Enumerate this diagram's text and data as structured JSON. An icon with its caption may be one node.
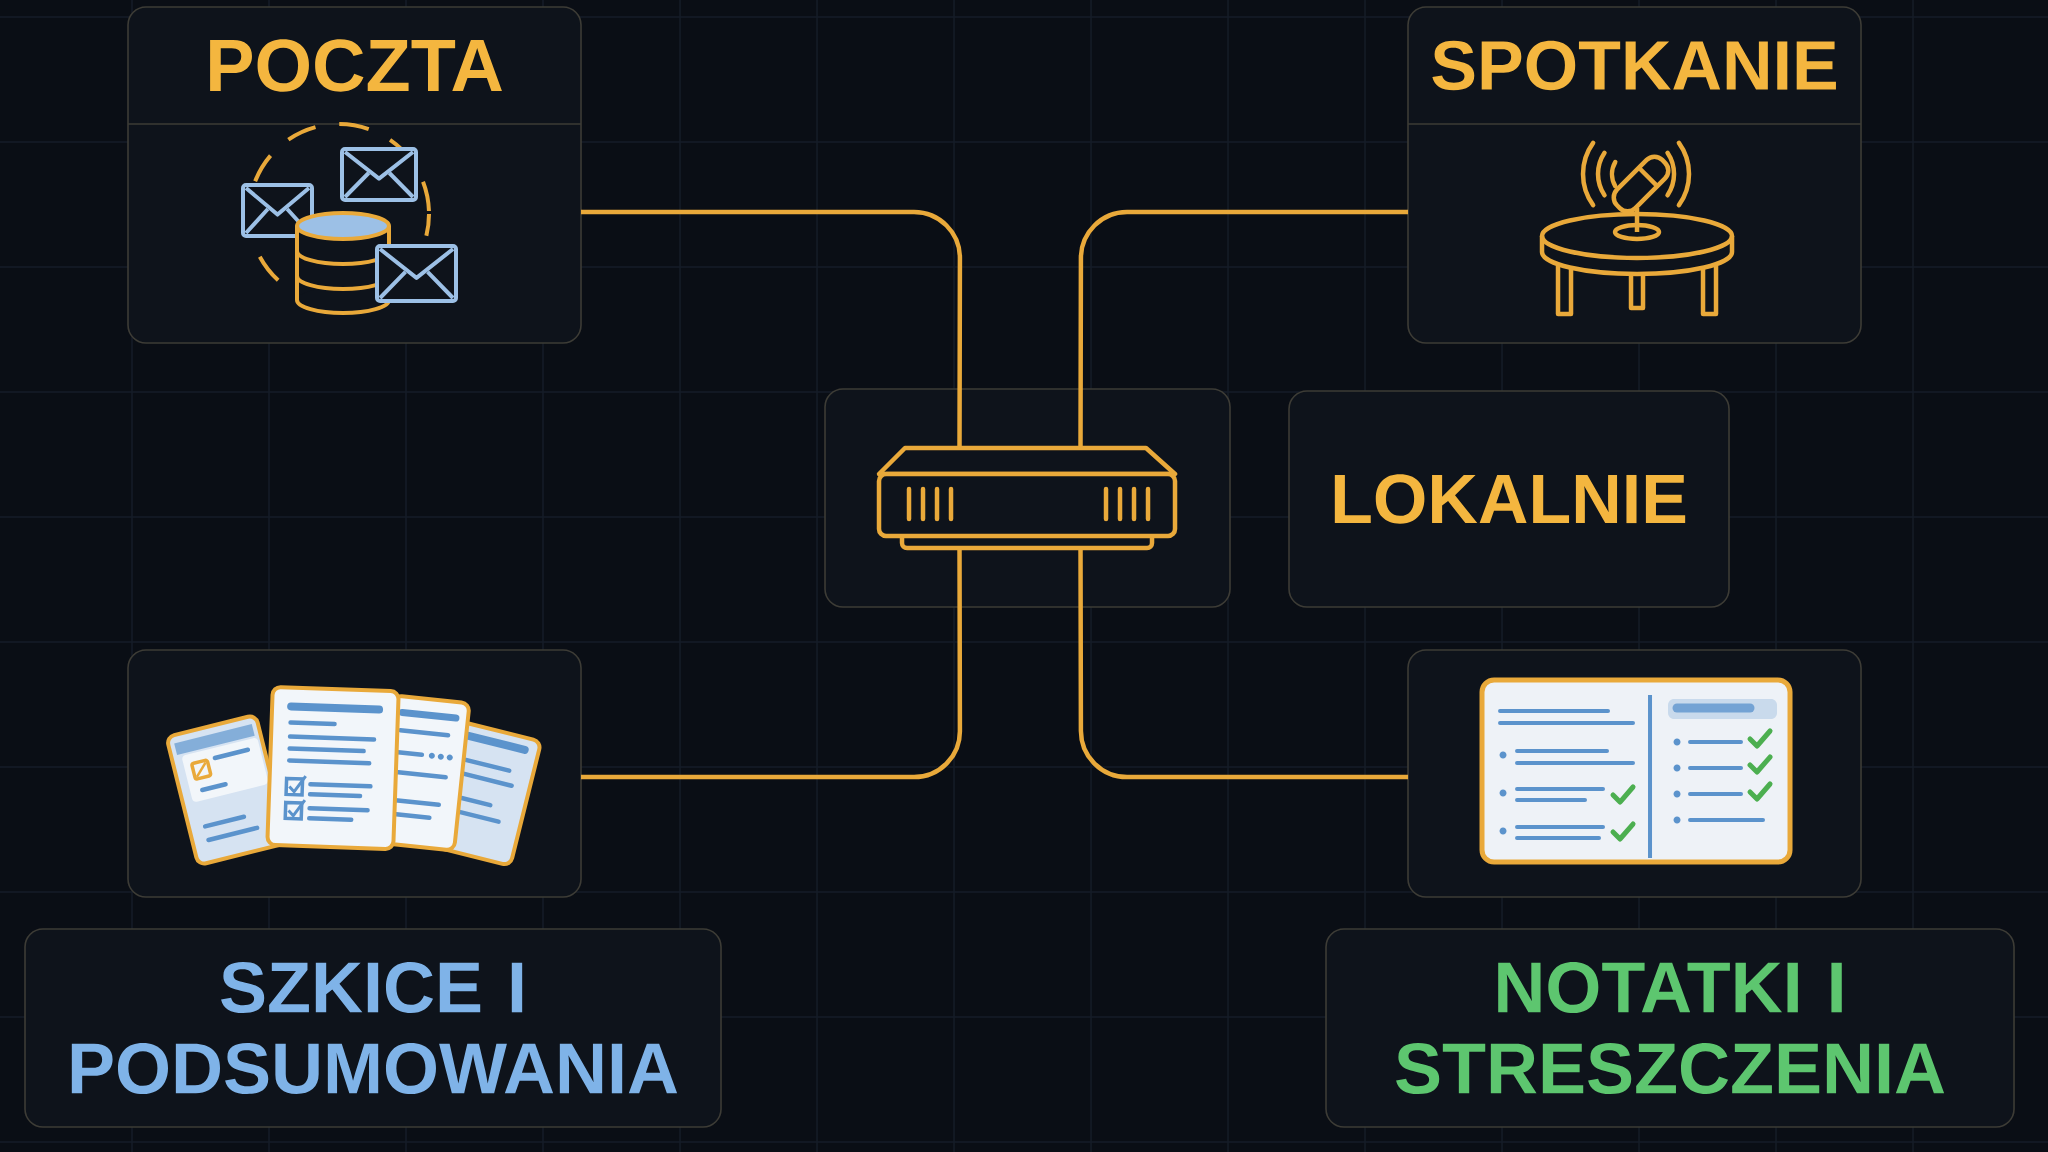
{
  "diagram": {
    "nodes": [
      {
        "text": [
          "POCZTA"
        ]
      },
      {
        "text": [
          "SPOTKANIE"
        ]
      },
      {
        "text": [],
        "shape": "picture"
      },
      {
        "text": [
          "LOKALNIE"
        ]
      },
      {
        "text": [],
        "shape": "picture"
      },
      {
        "text": [],
        "shape": "picture"
      },
      {
        "text": [
          "SZKICE I PODSUMOWANIA"
        ]
      },
      {
        "text": [
          "NOTATKI I STRESZCZENIA"
        ]
      }
    ],
    "edges": [
      {
        "from": 0,
        "to": 2,
        "arrow": "none"
      },
      {
        "from": 1,
        "to": 2,
        "arrow": "none"
      },
      {
        "from": 2,
        "to": 4,
        "arrow": "none"
      },
      {
        "from": 2,
        "to": 5,
        "arrow": "none"
      }
    ]
  }
}
